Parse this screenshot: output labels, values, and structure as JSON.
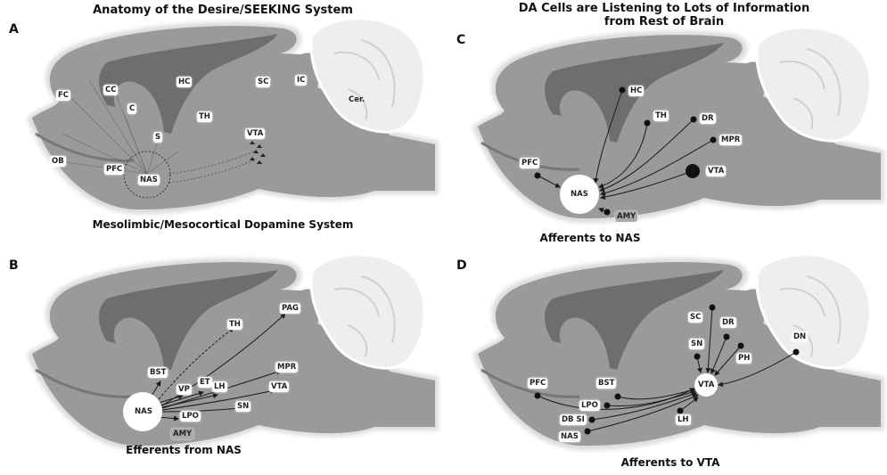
{
  "titles": {
    "left": "Anatomy of the Desire/SEEKING System",
    "right_line1": "DA Cells are Listening to Lots of Information",
    "right_line2": "from Rest of Brain"
  },
  "panels": {
    "A": {
      "letter": "A",
      "caption": "Mesolimbic/Mesocortical Dopamine System",
      "labels": {
        "FC": "FC",
        "CC": "CC",
        "C": "C",
        "HC": "HC",
        "SC": "SC",
        "IC": "IC",
        "Cer": "Cer.",
        "TH": "TH",
        "S": "S",
        "VTA": "VTA",
        "OB": "OB",
        "PFC": "PFC",
        "NAS": "NAS"
      }
    },
    "B": {
      "letter": "B",
      "caption": "Efferents from NAS",
      "labels": {
        "NAS": "NAS",
        "BST": "BST",
        "VP": "VP",
        "ET": "ET",
        "LH": "LH",
        "TH": "TH",
        "PAG": "PAG",
        "MPR": "MPR",
        "VTA": "VTA",
        "SN": "SN",
        "LPO": "LPO",
        "AMY": "AMY"
      }
    },
    "C": {
      "letter": "C",
      "caption": "Afferents to NAS",
      "labels": {
        "HC": "HC",
        "TH": "TH",
        "DR": "DR",
        "MPR": "MPR",
        "VTA": "VTA",
        "PFC": "PFC",
        "NAS": "NAS",
        "AMY": "AMY"
      }
    },
    "D": {
      "letter": "D",
      "caption": "Afferents to VTA",
      "labels": {
        "SC": "SC",
        "DR": "DR",
        "SN": "SN",
        "PH": "PH",
        "DN": "DN",
        "PFC": "PFC",
        "BST": "BST",
        "LPO": "LPO",
        "DBSI": "DB SI",
        "NAS": "NAS",
        "LH": "LH",
        "VTA": "VTA"
      }
    }
  },
  "colors": {
    "brain": "#9a9a9a",
    "brain_edge": "#d8d8d8",
    "ventricle": "#6e6e6e",
    "cerebellum": "#e6e6e6",
    "arrow": "#1a1a1a"
  }
}
